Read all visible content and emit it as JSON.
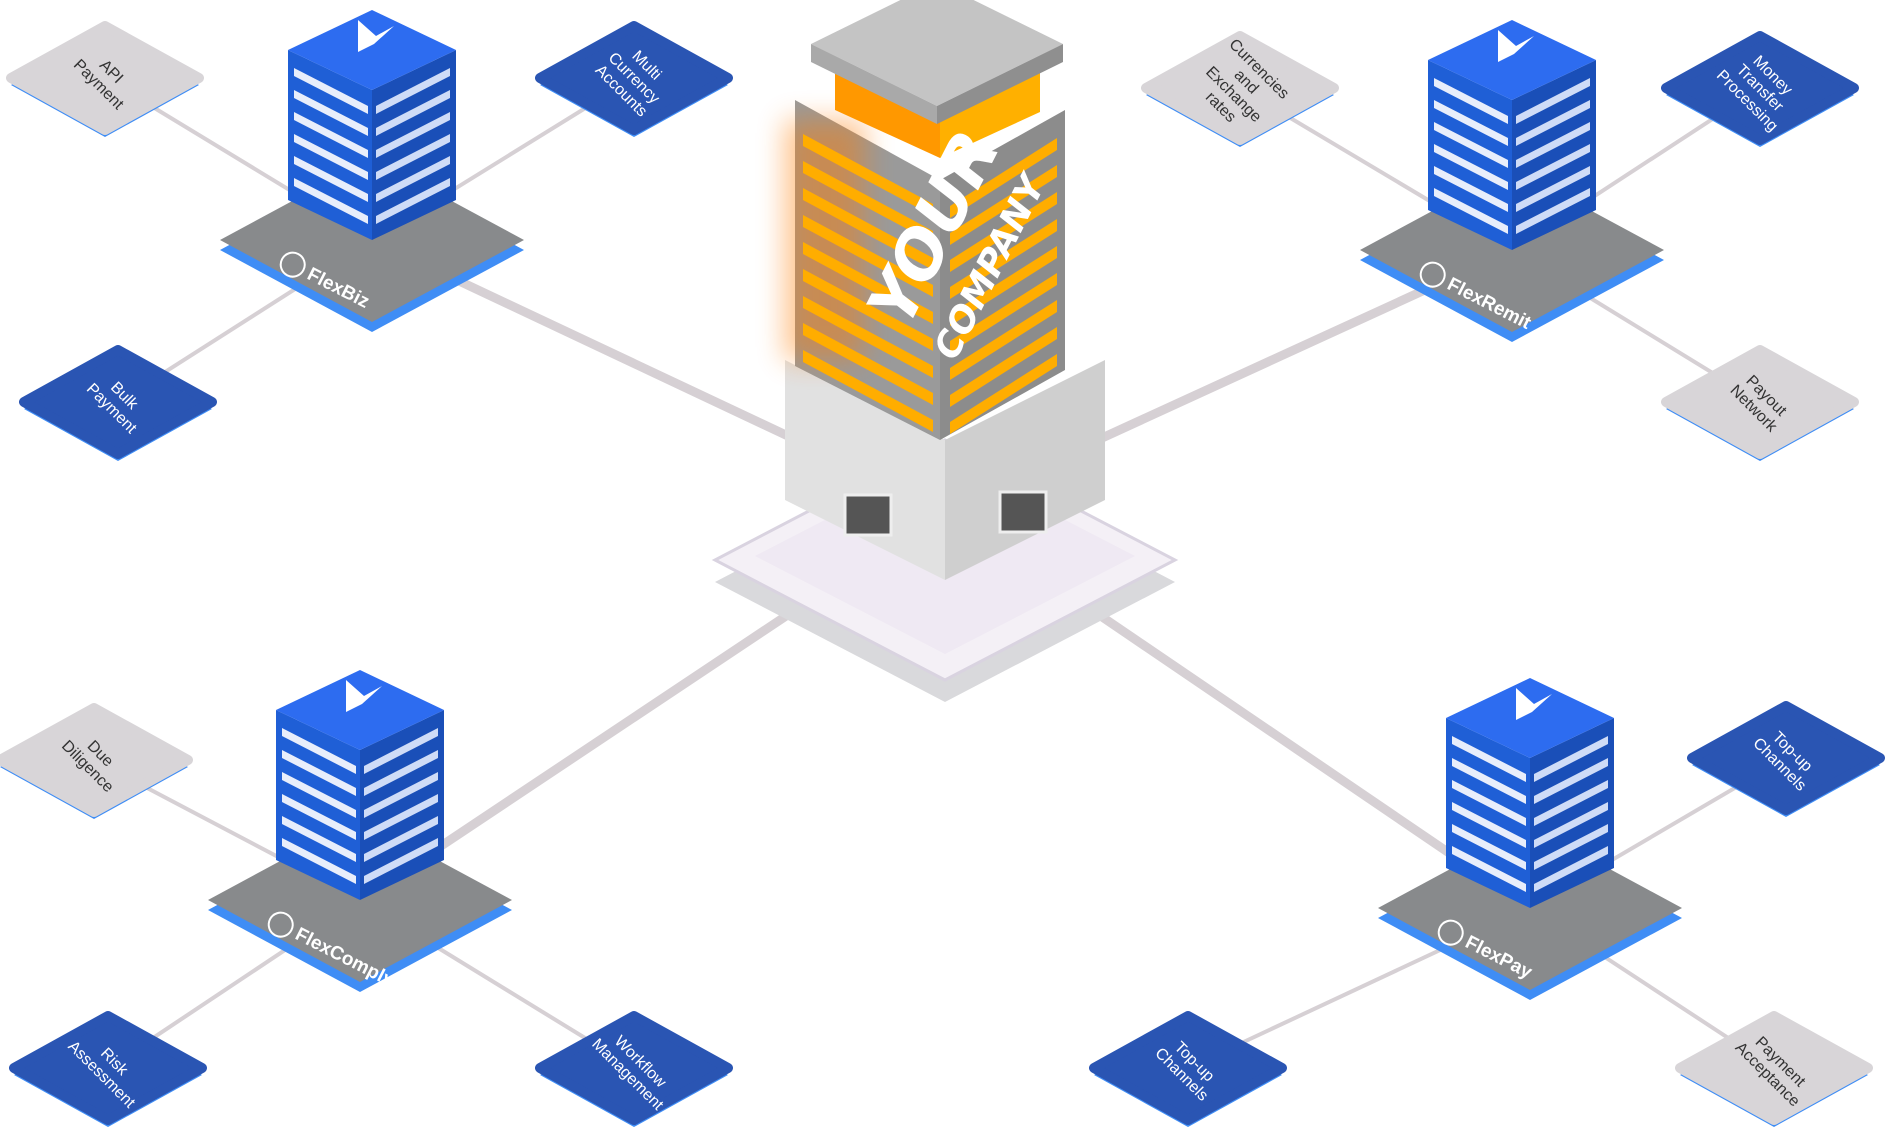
{
  "colors": {
    "blue_tile": "#2a55b3",
    "blue_tile_edge": "#3f8df5",
    "grey_tile": "#d8d5d8",
    "grey_tile_edge": "#3f8df5",
    "building_blue": "#1f5fd6",
    "building_window": "#e8eefb",
    "base_grey": "#888a8c",
    "connector": "#d6d0d4",
    "hub_orange": "#ffad00",
    "hub_roof": "#c4c4c4"
  },
  "hub": {
    "line1": "YOUR",
    "line2": "COMPANY"
  },
  "products": [
    {
      "name": "FlexBiz",
      "icon": "flexbiz-logo-icon",
      "features": [
        {
          "label": "API\nPayment",
          "style": "grey"
        },
        {
          "label": "Multi\nCurrency\nAccounts",
          "style": "blue"
        },
        {
          "label": "Bulk\nPayment",
          "style": "blue"
        }
      ]
    },
    {
      "name": "FlexRemit",
      "icon": "flexremit-logo-icon",
      "features": [
        {
          "label": "Currencies\nand\nExchange\nrates",
          "style": "grey"
        },
        {
          "label": "Money\nTransfer\nProcessing",
          "style": "blue"
        },
        {
          "label": "Payout\nNetwork",
          "style": "grey"
        }
      ]
    },
    {
      "name": "FlexComply",
      "icon": "flexcomply-logo-icon",
      "features": [
        {
          "label": "Due\nDiligence",
          "style": "grey"
        },
        {
          "label": "Risk\nAssessment",
          "style": "blue"
        },
        {
          "label": "Workflow\nManagement",
          "style": "blue"
        }
      ]
    },
    {
      "name": "FlexPay",
      "icon": "flexpay-logo-icon",
      "features": [
        {
          "label": "Top-up\nChannels",
          "style": "blue"
        },
        {
          "label": "Top-up\nChannels",
          "style": "blue"
        },
        {
          "label": "Payment\nAcceptance",
          "style": "grey"
        }
      ]
    }
  ]
}
